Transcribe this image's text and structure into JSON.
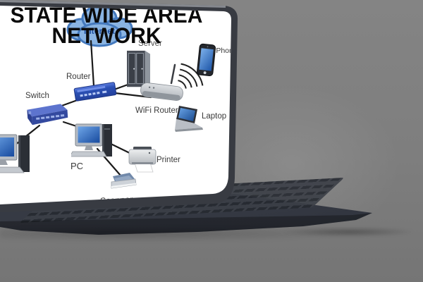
{
  "scene": {
    "background_color": "#7d7d7d",
    "laptop_body_color": "#3b3f48",
    "screen_color": "#ffffff",
    "description": "laptop mockup displaying a network diagram"
  },
  "title": {
    "line1": "STATE WIDE AREA",
    "line2": "NETWORK",
    "color": "#0a0a0a"
  },
  "cloud": {
    "label": "Internet",
    "fill": "#8ab4e2",
    "stroke": "#4479bd"
  },
  "devices": {
    "server": {
      "label": "Server"
    },
    "router": {
      "label": "Router"
    },
    "switch": {
      "label": "Switch"
    },
    "wifi_router": {
      "label": "WiFi Router"
    },
    "iphone": {
      "label": "iPhone"
    },
    "laptop": {
      "label": "Laptop"
    },
    "pc": {
      "label": "PC"
    },
    "printer": {
      "label": "Printer"
    },
    "scanner": {
      "label": "Scanner"
    }
  },
  "connections": [
    {
      "from": "internet-cloud",
      "to": "router",
      "type": "wired"
    },
    {
      "from": "router",
      "to": "server",
      "type": "wired"
    },
    {
      "from": "router",
      "to": "wifi-router",
      "type": "wired"
    },
    {
      "from": "router",
      "to": "switch",
      "type": "wired"
    },
    {
      "from": "switch",
      "to": "pc-left",
      "type": "wired"
    },
    {
      "from": "switch",
      "to": "pc",
      "type": "wired"
    },
    {
      "from": "pc",
      "to": "printer",
      "type": "wired"
    },
    {
      "from": "pc",
      "to": "scanner",
      "type": "wired"
    },
    {
      "from": "wifi-router",
      "to": "iphone",
      "type": "wireless"
    }
  ],
  "colors": {
    "device_blue": "#2b50b4",
    "screen_blue": "#2f6fc4",
    "connection_line": "#1a1a1a"
  }
}
